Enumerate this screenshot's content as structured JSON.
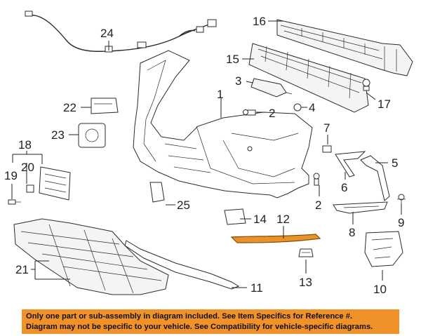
{
  "diagram": {
    "callouts": [
      {
        "id": "c1",
        "text": "1"
      },
      {
        "id": "c2a",
        "text": "2"
      },
      {
        "id": "c2b",
        "text": "2"
      },
      {
        "id": "c3",
        "text": "3"
      },
      {
        "id": "c4",
        "text": "4"
      },
      {
        "id": "c5",
        "text": "5"
      },
      {
        "id": "c6",
        "text": "6"
      },
      {
        "id": "c7",
        "text": "7"
      },
      {
        "id": "c8",
        "text": "8"
      },
      {
        "id": "c9",
        "text": "9"
      },
      {
        "id": "c10",
        "text": "10"
      },
      {
        "id": "c11",
        "text": "11"
      },
      {
        "id": "c12",
        "text": "12"
      },
      {
        "id": "c13",
        "text": "13"
      },
      {
        "id": "c14",
        "text": "14"
      },
      {
        "id": "c15",
        "text": "15"
      },
      {
        "id": "c16",
        "text": "16"
      },
      {
        "id": "c17",
        "text": "17"
      },
      {
        "id": "c18",
        "text": "18"
      },
      {
        "id": "c19",
        "text": "19"
      },
      {
        "id": "c20",
        "text": "20"
      },
      {
        "id": "c21",
        "text": "21"
      },
      {
        "id": "c22",
        "text": "22"
      },
      {
        "id": "c23",
        "text": "23"
      },
      {
        "id": "c24",
        "text": "24"
      },
      {
        "id": "c25",
        "text": "25"
      }
    ],
    "highlight_color": "#e8922a",
    "highlight_stroke": "#8a4a0a"
  },
  "disclaimer": {
    "background": "#f0912a",
    "line1": "Only one part or sub-assembly in diagram included. See Item Specifics for Reference #.",
    "line2": "Diagram may not be specific to your vehicle. See Compatibility for vehicle-specific diagrams."
  }
}
